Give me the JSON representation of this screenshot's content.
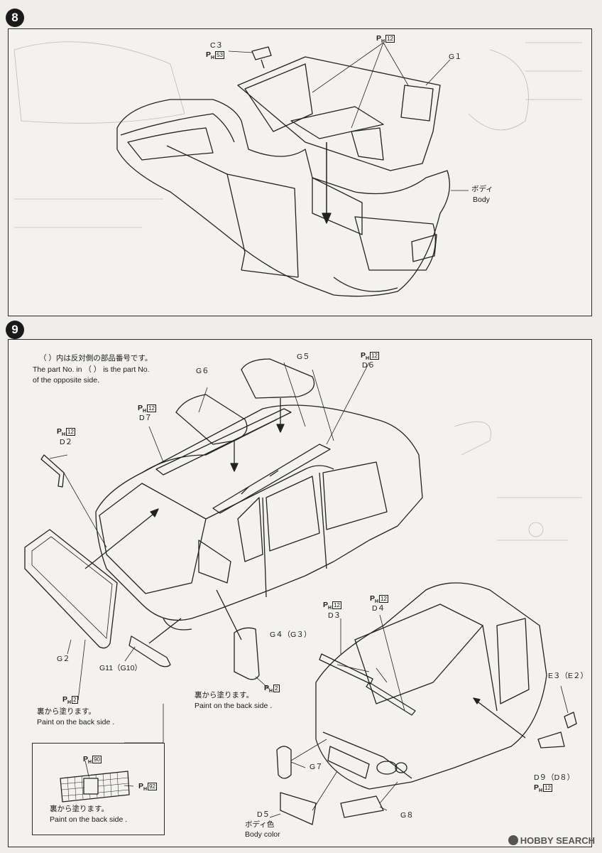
{
  "step8": {
    "number": "8",
    "c3_label": "C３",
    "c3_ph": "53",
    "ph_top": "12",
    "g1_label": "G１",
    "body_jp": "ボディ",
    "body_en": "Body"
  },
  "step9": {
    "number": "9",
    "note_jp": "（ ）内は反対側の部品番号です。",
    "note_en1": "The part No. in （ ） is the part No.",
    "note_en2": "of the opposite side.",
    "g5": "G５",
    "d6": "D６",
    "d6_ph": "12",
    "g6": "G６",
    "d7": "D７",
    "d7_ph": "12",
    "d2": "D２",
    "d2_ph": "12",
    "g2": "G２",
    "g11": "G11（G10）",
    "g4": "G４（G３）",
    "ph2a": "2",
    "ph2b": "2",
    "paint_jp": "裏から塗ります。",
    "paint_en": "Paint on the back side .",
    "d3": "D３",
    "d3_ph": "12",
    "d4": "D４",
    "d4_ph": "12",
    "e3": "E３（E２）",
    "d9": "D９（D８）",
    "d9_ph": "12",
    "g7": "G７",
    "g8": "G８",
    "d5": "D５",
    "d5_jp": "ボディ色",
    "d5_en": "Body color",
    "inset_ph1": "90",
    "inset_ph2": "92"
  },
  "watermark": "HOBBY SEARCH",
  "ph_letter": "P",
  "ph_sub": "H"
}
